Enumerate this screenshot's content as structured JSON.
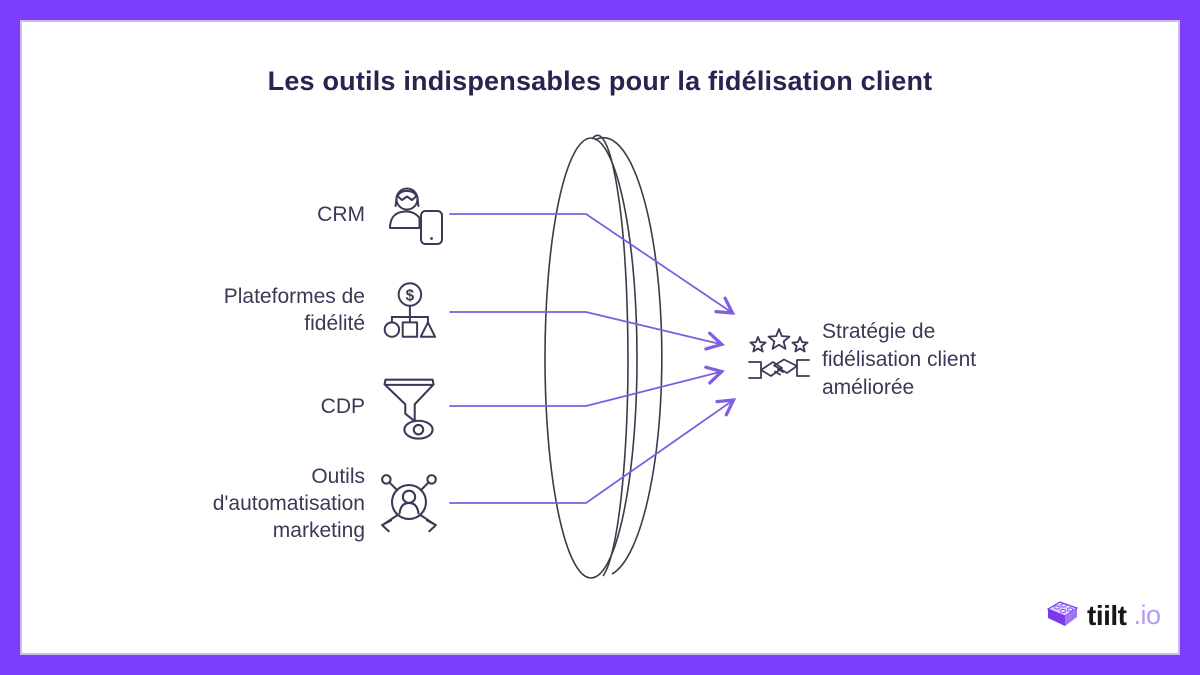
{
  "title": "Les outils indispensables pour la fidélisation client",
  "tools": [
    {
      "label": "CRM",
      "icon": "person-with-tablet-icon"
    },
    {
      "label": "Plateformes de fidélité",
      "icon": "money-distribution-icon"
    },
    {
      "label": "CDP",
      "icon": "funnel-eye-icon"
    },
    {
      "label": "Outils d'automatisation marketing",
      "icon": "marketing-automation-icon"
    }
  ],
  "result": {
    "label": "Stratégie de fidélisation client améliorée",
    "icon": "stars-handshake-icon"
  },
  "icons": {
    "currency_symbol": "$"
  },
  "logo": {
    "brand": "tiilt",
    "suffix": ".io"
  },
  "colors": {
    "frame_purple": "#7C3EFC",
    "arrow_purple": "#7E5FE0",
    "title_text": "#2A2350",
    "label_text": "#3B3A56",
    "lens_stroke": "#3C3B49",
    "logo_text": "#171717",
    "logo_suffix": "#B49BF5",
    "brand_purple": "#7C3AED"
  }
}
